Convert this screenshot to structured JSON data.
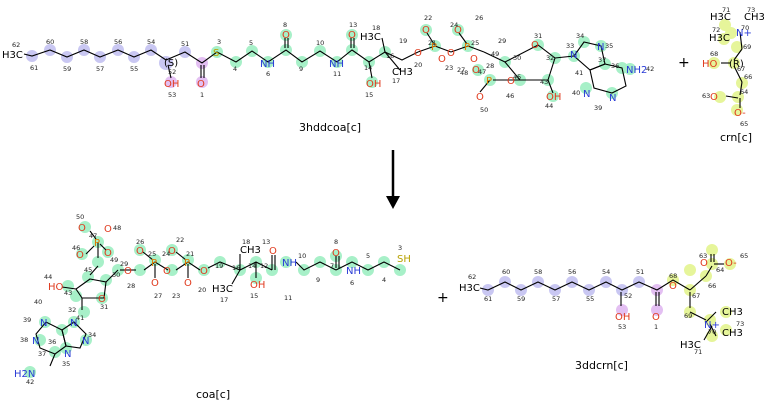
{
  "reaction": {
    "reactant1": {
      "name": "3hddcoa[c]"
    },
    "reactant2": {
      "name": "crn[c]"
    },
    "product1": {
      "name": "coa[c]"
    },
    "product2": {
      "name": "3ddcrn[c]"
    },
    "plus_sign": "+",
    "arrow_direction": "down"
  },
  "atoms": {
    "h3c": "H3C",
    "ch3": "CH3",
    "o": "O",
    "oh": "OH",
    "ho": "HO",
    "s": "S",
    "sh": "SH",
    "n": "N",
    "nh": "NH",
    "n_plus": "N+",
    "p": "P",
    "o_minus": "O-",
    "h2n": "H2N",
    "nh2": "NH2"
  }
}
